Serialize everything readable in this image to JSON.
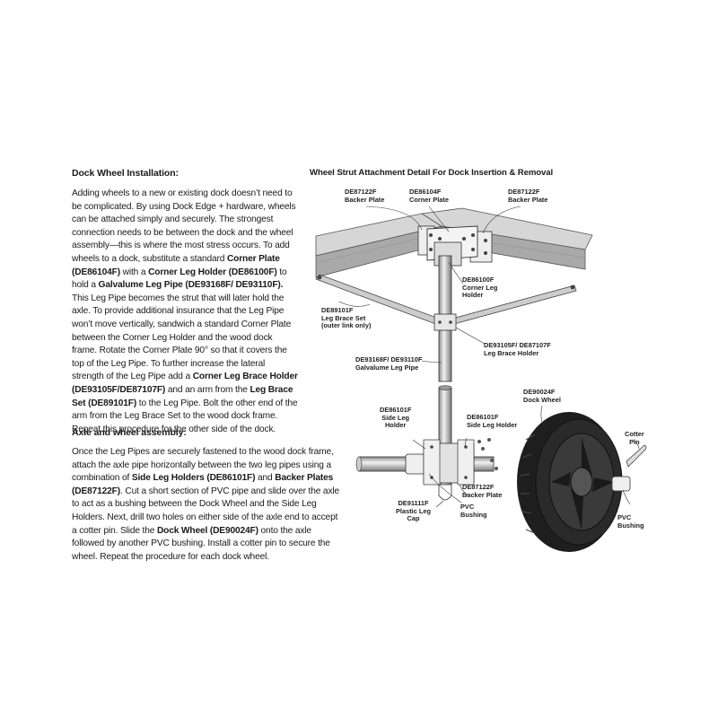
{
  "left": {
    "section1": {
      "heading": "Dock Wheel Installation:",
      "p1": "Adding wheels to a new or existing dock doesn’t need to be complicated. By using Dock Edge + hardware, wheels can be attached simply and securely. The strongest connection needs to be between the dock and the wheel assembly—this is where the most stress occurs. To add wheels to a dock, substitute a standard ",
      "b1": "Corner Plate (DE86104F)",
      "p2": " with a ",
      "b2": "Corner Leg Holder (DE86100F)",
      "p3": " to hold a ",
      "b3": "Galvalume Leg Pipe (DE93168F/ DE93110F).",
      "p4": " This Leg Pipe becomes the strut that will later hold the axle. To provide additional insurance that the Leg Pipe won’t move vertically, sandwich a standard Corner Plate between the Corner Leg Holder and the wood dock frame. Rotate the Corner Plate 90° so that it covers the top of the Leg Pipe. To further increase the lateral strength of the Leg Pipe add a ",
      "b4": "Corner Leg Brace Holder (DE93105F/DE87107F)",
      "p5": " and an arm from the ",
      "b5": "Leg Brace Set (DE89101F)",
      "p6": " to the Leg Pipe. Bolt the other end of the arm from the Leg Brace Set to the wood dock frame. Repeat this procedure for the other side of the dock."
    },
    "section2": {
      "heading": "Axle and wheel assembly:",
      "p1": "Once the Leg Pipes are securely fastened to the wood dock frame, attach the axle pipe horizontally between the two leg pipes using a combination of ",
      "b1": "Side Leg Holders (DE86101F)",
      "p2": " and ",
      "b2": "Backer Plates (DE87122F)",
      "p3": ". Cut a short section of PVC pipe and slide over the axle to act as a bushing between the Dock Wheel and the Side Leg Holders. Next, drill two holes on either side of the axle end to accept a cotter pin. Slide the ",
      "b3": "Dock Wheel (DE90024F)",
      "p4": " onto the axle followed by another PVC bushing. Install a cotter pin to secure the wheel. Repeat the procedure for each dock wheel."
    }
  },
  "diagram": {
    "title": "Wheel Strut Attachment Detail For Dock Insertion & Removal",
    "labels": {
      "backer_left": {
        "code": "DE87122F",
        "name": "Backer Plate"
      },
      "corner_plate": {
        "code": "DE86104F",
        "name": "Corner Plate"
      },
      "backer_right": {
        "code": "DE87122F",
        "name": "Backer Plate"
      },
      "corner_leg_holder": {
        "code": "DE86100F",
        "name1": "Corner Leg",
        "name2": "Holder"
      },
      "leg_brace_set": {
        "code": "DE89101F",
        "name1": "Leg Brace Set",
        "name2": "(outer link only)"
      },
      "leg_brace_holder": {
        "code": "DE93105F/ DE87107F",
        "name": "Leg Brace Holder"
      },
      "leg_pipe": {
        "code": "DE93168F/ DE93110F",
        "name": "Galvalume Leg Pipe"
      },
      "dock_wheel": {
        "code": "DE90024F",
        "name": "Dock Wheel"
      },
      "side_leg_holder_left": {
        "code": "DE86101F",
        "name1": "Side Leg",
        "name2": "Holder"
      },
      "side_leg_holder_right": {
        "code": "DE86101F",
        "name": "Side Leg Holder"
      },
      "cotter_pin": {
        "name1": "Cotter",
        "name2": "Pin"
      },
      "backer_plate_bottom": {
        "code": "DE87122F",
        "name": "Backer Plate"
      },
      "plastic_leg_cap": {
        "code": "DE91111F",
        "name1": "Plastic Leg",
        "name2": "Cap"
      },
      "pvc_bushing_left": {
        "name1": "PVC",
        "name2": "Bushing"
      },
      "pvc_bushing_right": {
        "name1": "PVC",
        "name2": "Bushing"
      }
    }
  }
}
